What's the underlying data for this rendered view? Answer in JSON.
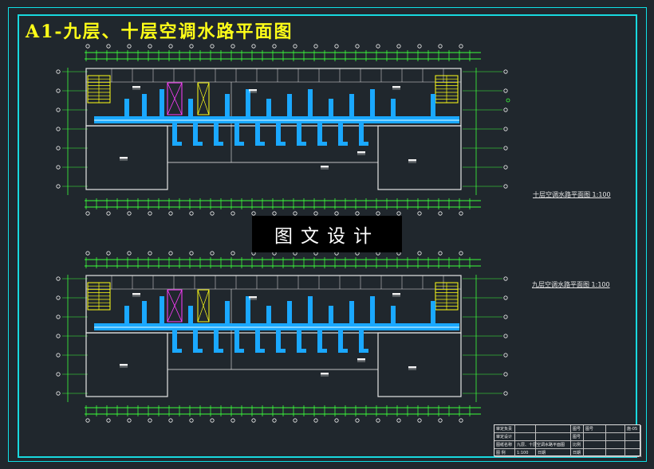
{
  "sheet": {
    "title": "A1-九层、十层空调水路平面图",
    "watermark": "图文设计"
  },
  "plans": [
    {
      "id": "floor-10",
      "caption": "十层空调水路平面图  1:100"
    },
    {
      "id": "floor-9",
      "caption": "九层空调水路平面图  1:100"
    }
  ],
  "title_block": {
    "rows": [
      [
        "审定负责",
        "",
        "",
        "图号",
        "图号",
        "",
        "施-05"
      ],
      [
        "审定设计",
        "",
        "",
        "图号",
        "",
        "",
        ""
      ],
      [
        "图纸名称",
        "九层、十层空调水路平面图",
        "",
        "比例",
        "",
        "",
        ""
      ],
      [
        "图    例",
        "1:100",
        "日期",
        "日期",
        "",
        "",
        ""
      ]
    ]
  },
  "colors": {
    "frame": "#18d9df",
    "background": "#20272d",
    "title": "#ffff18",
    "pipe": "#1aa8ff",
    "wall": "#e6e6e6",
    "dimension": "#3cff3c",
    "stair": "#ffff18",
    "duct": "#ff3cff",
    "axis_bubble": "#f2f2f2"
  }
}
